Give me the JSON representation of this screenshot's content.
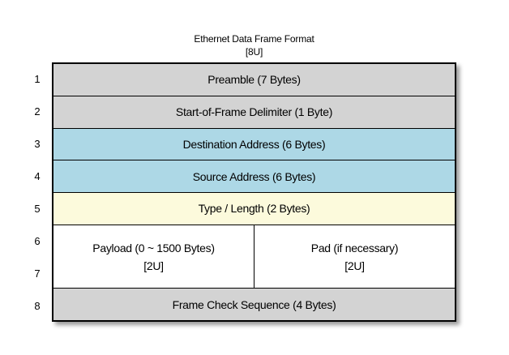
{
  "diagram": {
    "title": "Ethernet Data Frame Format",
    "subtitle": "[8U]",
    "row_numbers": [
      "1",
      "2",
      "3",
      "4",
      "5",
      "6",
      "7",
      "8"
    ],
    "rows": [
      {
        "label": "Preamble (7 Bytes)",
        "bg": "#d3d3d3"
      },
      {
        "label": "Start-of-Frame Delimiter (1 Byte)",
        "bg": "#d3d3d3"
      },
      {
        "label": "Destination Address (6 Bytes)",
        "bg": "#add8e6"
      },
      {
        "label": "Source Address (6 Bytes)",
        "bg": "#add8e6"
      },
      {
        "label": "Type / Length (2 Bytes)",
        "bg": "#fcfadc"
      },
      {
        "bg": "#ffffff",
        "cells": [
          {
            "line1": "Payload (0 ~ 1500 Bytes)",
            "line2": "[2U]"
          },
          {
            "line1": "Pad (if necessary)",
            "line2": "[2U]"
          }
        ]
      },
      {
        "label": "Frame Check Sequence (4 Bytes)",
        "bg": "#d3d3d3"
      }
    ],
    "colors": {
      "border": "#000000",
      "gray": "#d3d3d3",
      "blue": "#add8e6",
      "yellow": "#fcfadc",
      "white": "#ffffff",
      "text": "#000000"
    }
  }
}
